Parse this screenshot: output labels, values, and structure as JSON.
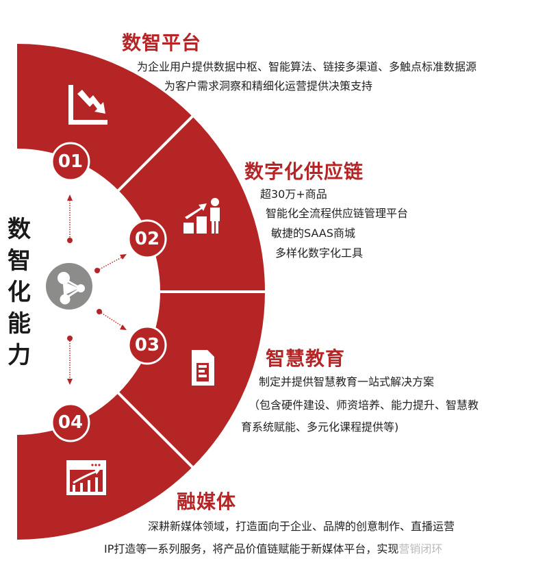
{
  "colors": {
    "accent": "#b52525",
    "hub": "#8c8c8a",
    "text": "#222222",
    "background": "#ffffff"
  },
  "vertical_title": [
    "数",
    "智",
    "化",
    "能",
    "力"
  ],
  "hub": {
    "icon": "share-nodes-icon"
  },
  "sections": [
    {
      "number": "01",
      "title": "数智平台",
      "icon": "declining-chart-icon",
      "lines": [
        "为企业用户提供数据中枢、智能算法、链接多渠道、多触点标准数据源",
        "为客户需求洞察和精细化运营提供决策支持"
      ]
    },
    {
      "number": "02",
      "title": "数字化供应链",
      "icon": "growth-person-icon",
      "lines": [
        "超30万+商品",
        "智能化全流程供应链管理平台",
        "敏捷的SAAS商城",
        "多样化数字化工具"
      ]
    },
    {
      "number": "03",
      "title": "智慧教育",
      "icon": "document-icon",
      "lines": [
        "制定并提供智慧教育一站式解决方案",
        "（包含硬件建设、师资培养、能力提升、智慧教",
        "育系统赋能、多元化课程提供等)"
      ]
    },
    {
      "number": "04",
      "title": "融媒体",
      "icon": "browser-chart-icon",
      "lines": [
        "深耕新媒体领域，打造面向于企业、品牌的创意制作、直播运营",
        "IP打造等一系列服务，将产品价值链赋能于新媒体平台，实现",
        "营销闭环"
      ]
    }
  ]
}
